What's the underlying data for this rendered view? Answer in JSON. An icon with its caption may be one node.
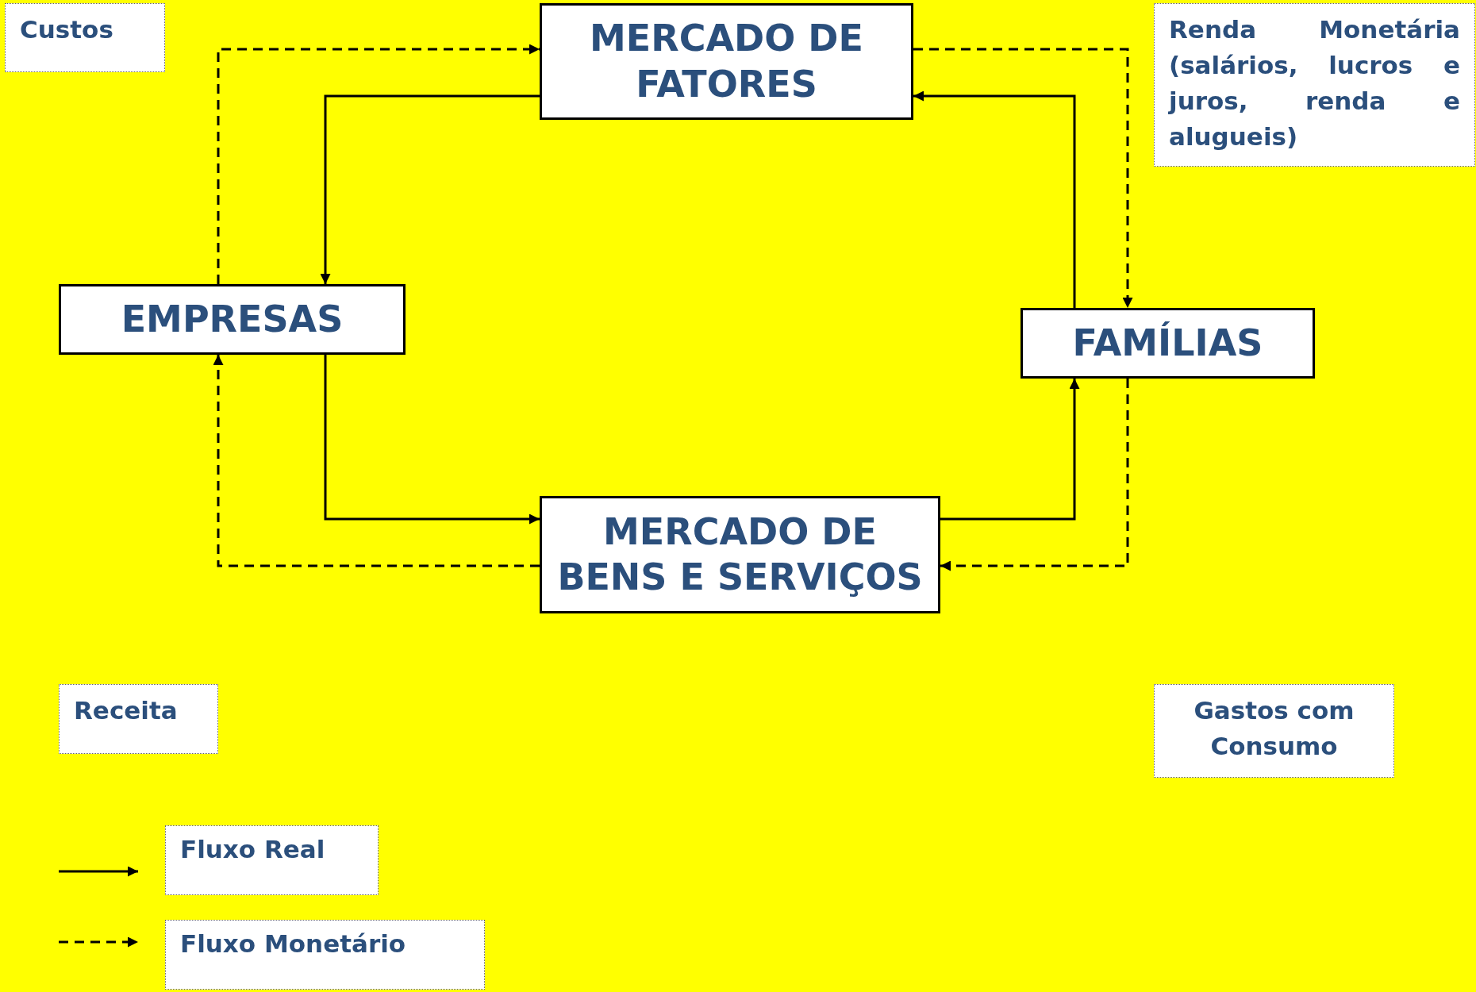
{
  "diagram": {
    "nodes": [
      {
        "text": [
          "Custos"
        ]
      },
      {
        "text": [
          "MERCADO DE FATORES"
        ]
      },
      {
        "text": [
          "Renda Monetária (salários, lucros e juros, renda e alugueis)"
        ]
      },
      {
        "text": [
          "EMPRESAS"
        ]
      },
      {
        "text": [
          "FAMÍLIAS"
        ]
      },
      {
        "text": [
          "MERCADO DE BENS E SERVIÇOS"
        ]
      },
      {
        "text": [
          "Receita"
        ]
      },
      {
        "text": [
          "Gastos com Consumo"
        ]
      }
    ],
    "edges": [
      {
        "from": 1,
        "to": 3,
        "arrow": "to"
      },
      {
        "from": 3,
        "to": 5,
        "arrow": "to"
      },
      {
        "from": 5,
        "to": 4,
        "arrow": "to"
      },
      {
        "from": 4,
        "to": 1,
        "arrow": "to"
      },
      {
        "from": 3,
        "to": 1,
        "arrow": "to",
        "style": "dashed"
      },
      {
        "from": 1,
        "to": 4,
        "arrow": "to",
        "style": "dashed"
      },
      {
        "from": 4,
        "to": 5,
        "arrow": "to",
        "style": "dashed"
      },
      {
        "from": 5,
        "to": 3,
        "arrow": "to",
        "style": "dashed"
      }
    ],
    "legend": [
      {
        "text": "Fluxo Real"
      },
      {
        "text": "Fluxo Monetário"
      }
    ]
  }
}
